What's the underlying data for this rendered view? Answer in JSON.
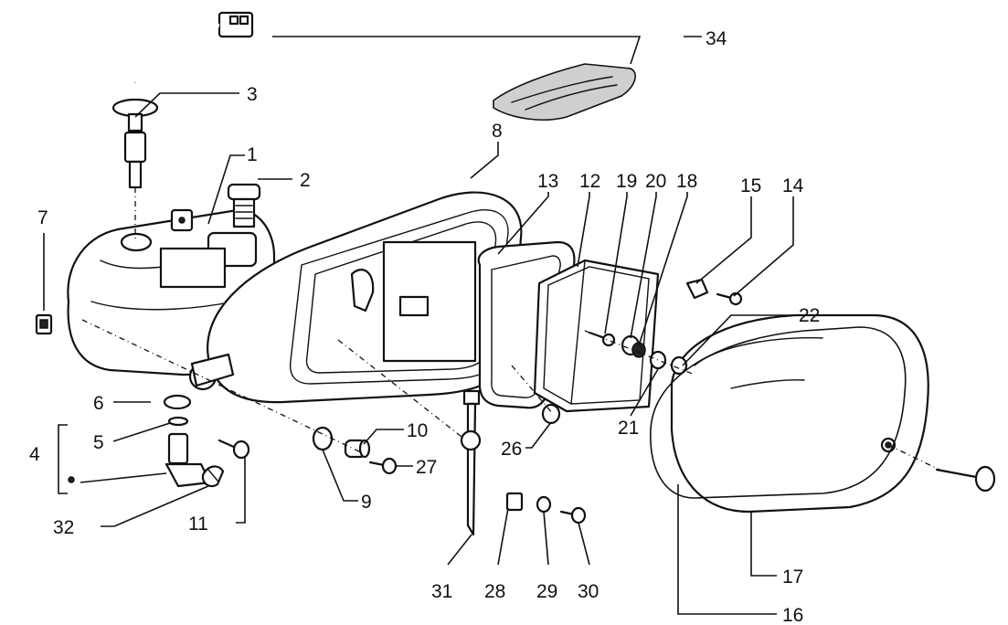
{
  "callouts": {
    "c1": "1",
    "c2": "2",
    "c3": "3",
    "c4": "4",
    "c5": "5",
    "c6": "6",
    "c7": "7",
    "c8": "8",
    "c9": "9",
    "c10": "10",
    "c11": "11",
    "c12": "12",
    "c13": "13",
    "c14": "14",
    "c15": "15",
    "c16": "16",
    "c17": "17",
    "c18": "18",
    "c19": "19",
    "c20": "20",
    "c21": "21",
    "c22": "22",
    "c26": "26",
    "c27": "27",
    "c28": "28",
    "c29": "29",
    "c30": "30",
    "c31": "31",
    "c32": "32",
    "c34": "34"
  }
}
